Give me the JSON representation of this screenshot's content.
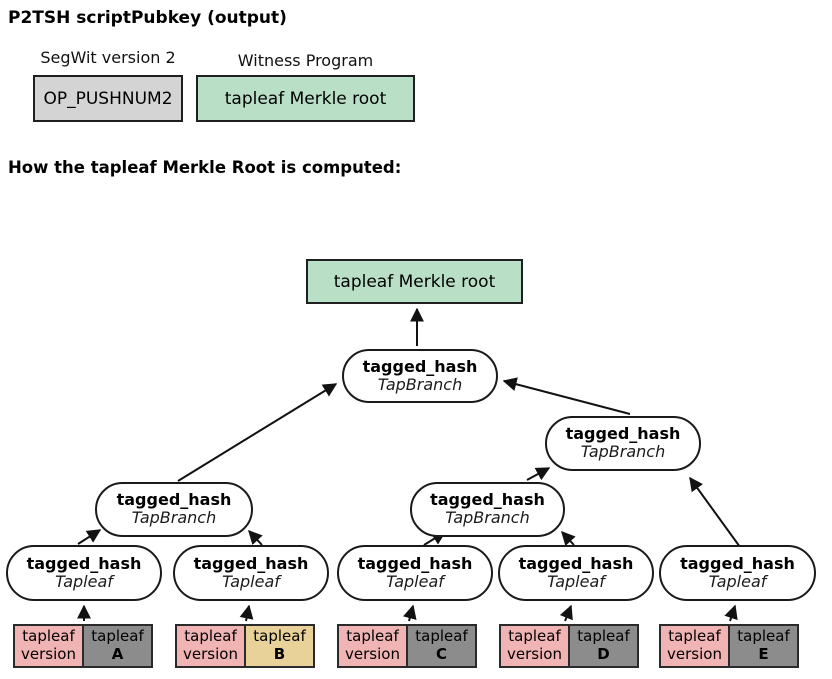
{
  "header": {
    "title": "P2TSH scriptPubkey (output)",
    "segwit_label": "SegWit version 2",
    "witness_label": "Witness Program",
    "opcode_box": "OP_PUSHNUM2",
    "witness_box": "tapleaf Merkle root"
  },
  "section": {
    "title": "How the tapleaf Merkle Root is computed:"
  },
  "tree": {
    "root_label": "tapleaf Merkle root",
    "branch_top": {
      "title": "tagged_hash",
      "subtitle": "TapBranch"
    },
    "branch_right": {
      "title": "tagged_hash",
      "subtitle": "TapBranch"
    },
    "branch_left": {
      "title": "tagged_hash",
      "subtitle": "TapBranch"
    },
    "branch_mid": {
      "title": "tagged_hash",
      "subtitle": "TapBranch"
    },
    "leaves": [
      {
        "title": "tagged_hash",
        "subtitle": "Tapleaf"
      },
      {
        "title": "tagged_hash",
        "subtitle": "Tapleaf"
      },
      {
        "title": "tagged_hash",
        "subtitle": "Tapleaf"
      },
      {
        "title": "tagged_hash",
        "subtitle": "Tapleaf"
      },
      {
        "title": "tagged_hash",
        "subtitle": "Tapleaf"
      }
    ],
    "inputs": [
      {
        "version_top": "tapleaf",
        "version_bottom": "version",
        "leaf_top": "tapleaf",
        "leaf_id": "A"
      },
      {
        "version_top": "tapleaf",
        "version_bottom": "version",
        "leaf_top": "tapleaf",
        "leaf_id": "B"
      },
      {
        "version_top": "tapleaf",
        "version_bottom": "version",
        "leaf_top": "tapleaf",
        "leaf_id": "C"
      },
      {
        "version_top": "tapleaf",
        "version_bottom": "version",
        "leaf_top": "tapleaf",
        "leaf_id": "D"
      },
      {
        "version_top": "tapleaf",
        "version_bottom": "version",
        "leaf_top": "tapleaf",
        "leaf_id": "E"
      }
    ]
  },
  "colors": {
    "green": "#b9e0c7",
    "light_gray": "#d4d4d4",
    "dark_gray": "#8c8c8c",
    "pink": "#f0b4b4",
    "tan": "#e9d29a"
  }
}
